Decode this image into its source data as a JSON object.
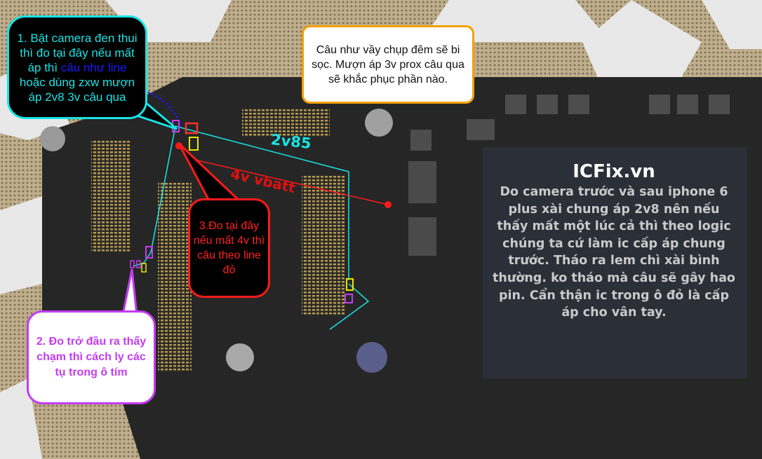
{
  "callouts": {
    "step1": {
      "text_a": "1. Bật camera đen thui thì đo tại đây nếu mất áp thì ",
      "text_highlight": "câu như line",
      "text_b": " hoặc dùng zxw mượn áp 2v8 3v câu qua"
    },
    "note": {
      "text": "Câu như vầy chụp đêm sẽ bi sọc. Mượn áp 3v prox câu qua sẽ khắc phục phần nào."
    },
    "step2": {
      "text": "2. Đo trở đầu ra thấy chạm thì cách ly các tụ trong ô tím"
    },
    "step3": {
      "text": "3.Đo tại đây nếu mất 4v thì câu theo line đỏ"
    }
  },
  "labels": {
    "rail_2v85": "2v85",
    "rail_vbatt": "4v vbatt"
  },
  "chip": {
    "brand": "ICFix.vn",
    "body": "Do camera trước và sau iphone 6 plus xài chung áp 2v8 nên nếu thấy mất một lúc cả thì theo logic chúng ta cứ làm ic cấp áp chung trước. Tháo ra lem chì xài bình thường. ko tháo mà câu sẽ gây hao pin. Cẩn thận ic trong ô đỏ là cấp áp cho vân tay."
  },
  "colors": {
    "cyan": "#19e3e3",
    "red": "#ff1a1a",
    "purple": "#c43cf0",
    "orange": "#f5a000",
    "blue": "#1a1aff"
  }
}
